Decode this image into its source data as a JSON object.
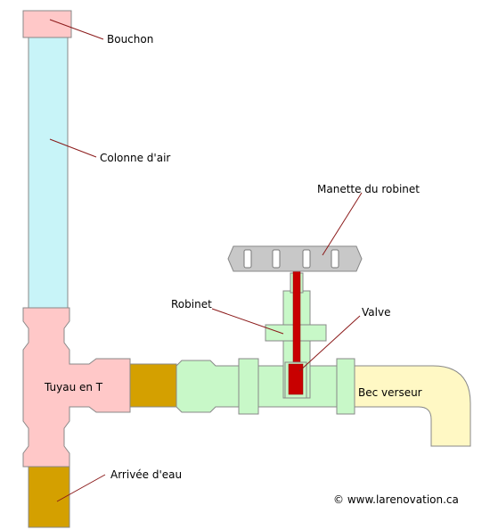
{
  "labels": {
    "bouchon": "Bouchon",
    "colonne": "Colonne d'air",
    "manette": "Manette du robinet",
    "robinet": "Robinet",
    "valve": "Valve",
    "tuyau_t": "Tuyau en T",
    "bec": "Bec verseur",
    "arrivee": "Arrivée d'eau"
  },
  "copyright": "© www.larenovation.ca",
  "colors": {
    "air_column": "#c8f4f8",
    "pink_fitting": "#ffc8c8",
    "copper_pipe": "#d4a000",
    "green_fitting": "#c8f8c8",
    "spout": "#fff8c4",
    "handle": "#c8c8c8",
    "stem": "#c80000",
    "leader_line": "#8b1a1a"
  }
}
